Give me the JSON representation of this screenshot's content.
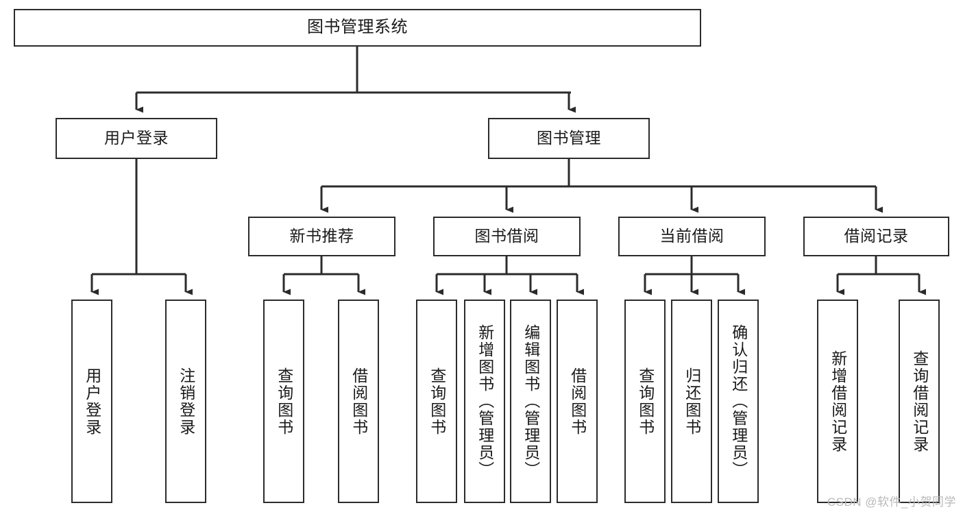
{
  "diagram": {
    "type": "hierarchy-tree",
    "title": "图书管理系统",
    "levels": 4,
    "root": {
      "id": "root",
      "label": "图书管理系统"
    },
    "level2": [
      {
        "id": "user-login",
        "label": "用户登录"
      },
      {
        "id": "book-manage",
        "label": "图书管理"
      }
    ],
    "level3": [
      {
        "id": "new-book-recommend",
        "label": "新书推荐",
        "parent": "book-manage"
      },
      {
        "id": "book-borrow",
        "label": "图书借阅",
        "parent": "book-manage"
      },
      {
        "id": "current-borrow",
        "label": "当前借阅",
        "parent": "book-manage"
      },
      {
        "id": "borrow-record",
        "label": "借阅记录",
        "parent": "book-manage"
      }
    ],
    "leaves": [
      {
        "id": "leaf-user-login",
        "label": "用户登录",
        "parent": "user-login"
      },
      {
        "id": "leaf-logout",
        "label": "注销登录",
        "parent": "user-login"
      },
      {
        "id": "leaf-query-book-1",
        "label": "查询图书",
        "parent": "new-book-recommend"
      },
      {
        "id": "leaf-borrow-book-1",
        "label": "借阅图书",
        "parent": "new-book-recommend"
      },
      {
        "id": "leaf-query-book-2",
        "label": "查询图书",
        "parent": "book-borrow"
      },
      {
        "id": "leaf-add-book",
        "label": "新增图书（管理员）",
        "parent": "book-borrow"
      },
      {
        "id": "leaf-edit-book",
        "label": "编辑图书（管理员）",
        "parent": "book-borrow"
      },
      {
        "id": "leaf-borrow-book-2",
        "label": "借阅图书",
        "parent": "book-borrow"
      },
      {
        "id": "leaf-query-book-3",
        "label": "查询图书",
        "parent": "current-borrow"
      },
      {
        "id": "leaf-return-book",
        "label": "归还图书",
        "parent": "current-borrow"
      },
      {
        "id": "leaf-confirm-return",
        "label": "确认归还（管理员）",
        "parent": "current-borrow"
      },
      {
        "id": "leaf-add-record",
        "label": "新增借阅记录",
        "parent": "borrow-record"
      },
      {
        "id": "leaf-query-record",
        "label": "查询借阅记录",
        "parent": "borrow-record"
      }
    ],
    "colors": {
      "box_border": "#2b2b2b",
      "box_fill": "#ffffff",
      "edge": "#2b2b2b",
      "text": "#1a1a1a",
      "watermark": "#b9b9b9",
      "background": "#ffffff"
    }
  },
  "watermark": {
    "text": "CSDN @软件_小贺同学"
  }
}
